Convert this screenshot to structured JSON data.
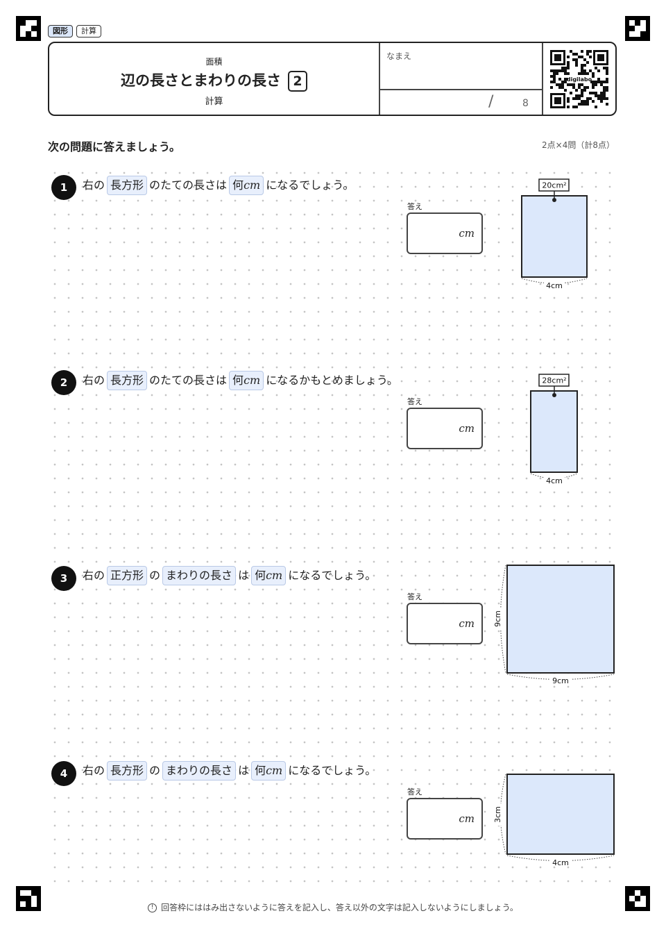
{
  "tags": {
    "shape": "図形",
    "calc": "計算"
  },
  "header": {
    "subtitle": "面積",
    "title": "辺の長さとまわりの長さ",
    "number": "2",
    "category": "計算",
    "name_label": "なまえ",
    "score_slash": "/",
    "score_total": "8",
    "qr_label": "digilabo"
  },
  "instruction": "次の問題に答えましょう。",
  "points": "2点×4問（計8点）",
  "answer_label": "答え",
  "unit": "cm",
  "questions": [
    {
      "num": "1",
      "t1": "右の",
      "h1": "長方形",
      "t2": "のたての長さは",
      "h2": "何",
      "t3": "になるでしょう。",
      "area": "20cm²",
      "bottom": "4cm"
    },
    {
      "num": "2",
      "t1": "右の",
      "h1": "長方形",
      "t2": "のたての長さは",
      "h2": "何",
      "t3": "になるかもとめましょう。",
      "area": "28cm²",
      "bottom": "4cm"
    },
    {
      "num": "3",
      "t1": "右の",
      "h1": "正方形",
      "t2": "の",
      "h3": "まわりの長さ",
      "t4": "は",
      "h2": "何",
      "t3": "になるでしょう。",
      "side": "9cm",
      "bottom": "9cm"
    },
    {
      "num": "4",
      "t1": "右の",
      "h1": "長方形",
      "t2": "の",
      "h3": "まわりの長さ",
      "t4": "は",
      "h2": "何",
      "t3": "になるでしょう。",
      "side": "3cm",
      "bottom": "4cm"
    }
  ],
  "footer": "回答枠にははみ出さないように答えを記入し、答え以外の文字は記入しないようにしましょう。",
  "colors": {
    "figure_fill": "#dce8fb",
    "highlight_fill": "#e8effc"
  }
}
